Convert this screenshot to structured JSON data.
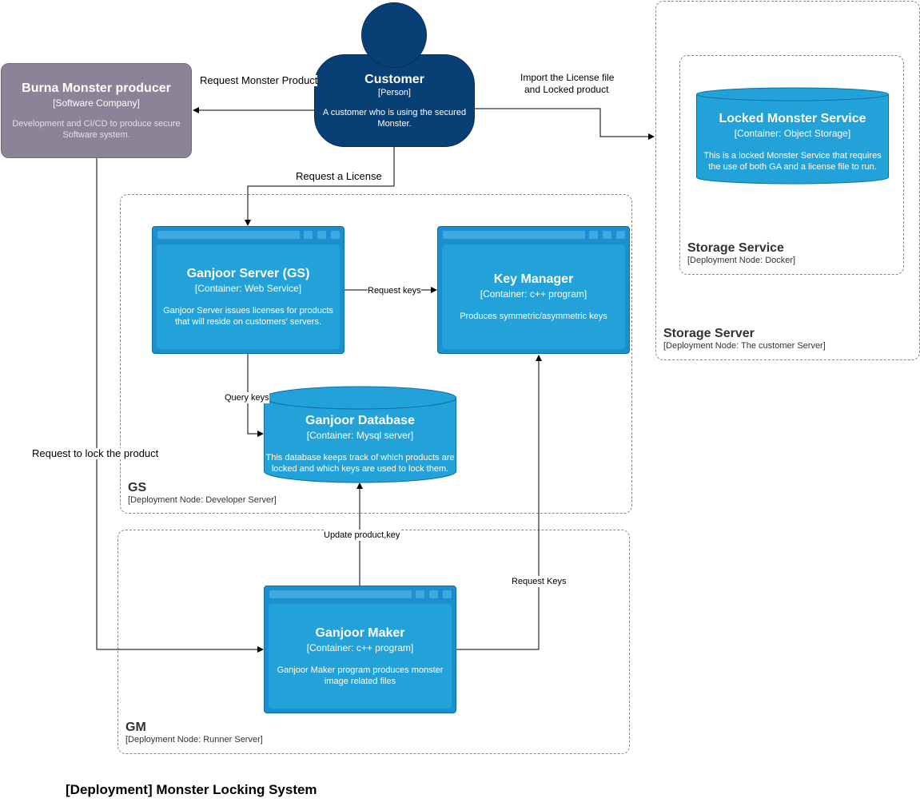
{
  "diagram_title": "[Deployment] Monster Locking System",
  "nodes": {
    "gs": {
      "title": "GS",
      "subtitle": "[Deployment Node: Developer Server]"
    },
    "gm": {
      "title": "GM",
      "subtitle": "[Deployment Node: Runner Server]"
    },
    "storage_server": {
      "title": "Storage Server",
      "subtitle": "[Deployment Node: The customer Server]"
    },
    "storage_service": {
      "title": "Storage Service",
      "subtitle": "[Deployment Node: Docker]"
    }
  },
  "elements": {
    "producer": {
      "title": "Burna Monster producer",
      "tech": "[Software Company]",
      "desc": "Development and CI/CD to produce secure Software system.",
      "color": "#8c8496"
    },
    "customer": {
      "title": "Customer",
      "tech": "[Person]",
      "desc": "A customer who is using the secured Monster.",
      "color": "#083f75"
    },
    "ganjoor_server": {
      "title": "Ganjoor Server (GS)",
      "tech": "[Container: Web Service]",
      "desc": "Ganjoor Server issues licenses for products that will reside on customers' servers.",
      "color": "#23a2d9"
    },
    "key_manager": {
      "title": "Key Manager",
      "tech": "[Container: c++ program]",
      "desc": "Produces symmetric/asymmetric keys",
      "color": "#23a2d9"
    },
    "ganjoor_database": {
      "title": "Ganjoor Database",
      "tech": "[Container: Mysql server]",
      "desc": "This database keeps track of which products are locked and which keys are used to lock them.",
      "color": "#23a2d9"
    },
    "ganjoor_maker": {
      "title": "Ganjoor Maker",
      "tech": "[Container: c++ program]",
      "desc": "Ganjoor Maker program produces monster image related files",
      "color": "#23a2d9"
    },
    "locked_service": {
      "title": "Locked Monster Service",
      "tech": "[Container: Object Storage]",
      "desc": "This is a locked Monster Service that requires the use of both GA and a license file to run.",
      "color": "#23a2d9"
    }
  },
  "edges": {
    "request_product": "Request Monster Product",
    "import_license_1": "Import the License file",
    "import_license_2": "and Locked product",
    "request_license": "Request a License",
    "request_keys": "Request keys",
    "query_keys": "Query keys",
    "request_lock": "Request to lock the product",
    "update_product": "Update product,key",
    "request_keys_maker": "Request Keys"
  }
}
